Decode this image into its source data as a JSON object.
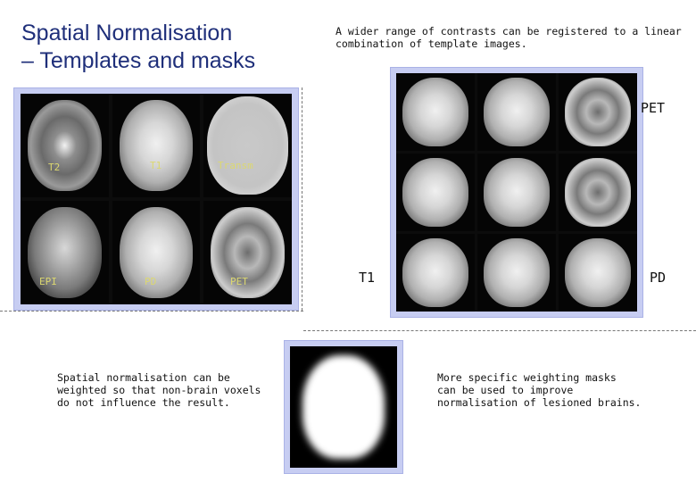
{
  "slide": {
    "title_line1": "Spatial Normalisation",
    "title_line2": "– Templates and masks",
    "top_note_line1": "A wider range of contrasts can be registered to a linear",
    "top_note_line2": "combination of template images.",
    "left_note_line1": "Spatial normalisation can be",
    "left_note_line2": "weighted so that non-brain voxels",
    "left_note_line3": "do not influence the result.",
    "right_note_line1": "More specific weighting masks",
    "right_note_line2": "can be used to improve",
    "right_note_line3": "normalisation of lesioned brains."
  },
  "template_grid": {
    "labels": {
      "t2": "T2",
      "t1": "T1",
      "transm": "Transm",
      "epi": "EPI",
      "pd": "PD",
      "pet": "PET"
    }
  },
  "combination_grid": {
    "label_pet": "PET",
    "label_t1": "T1",
    "label_pd": "PD"
  }
}
